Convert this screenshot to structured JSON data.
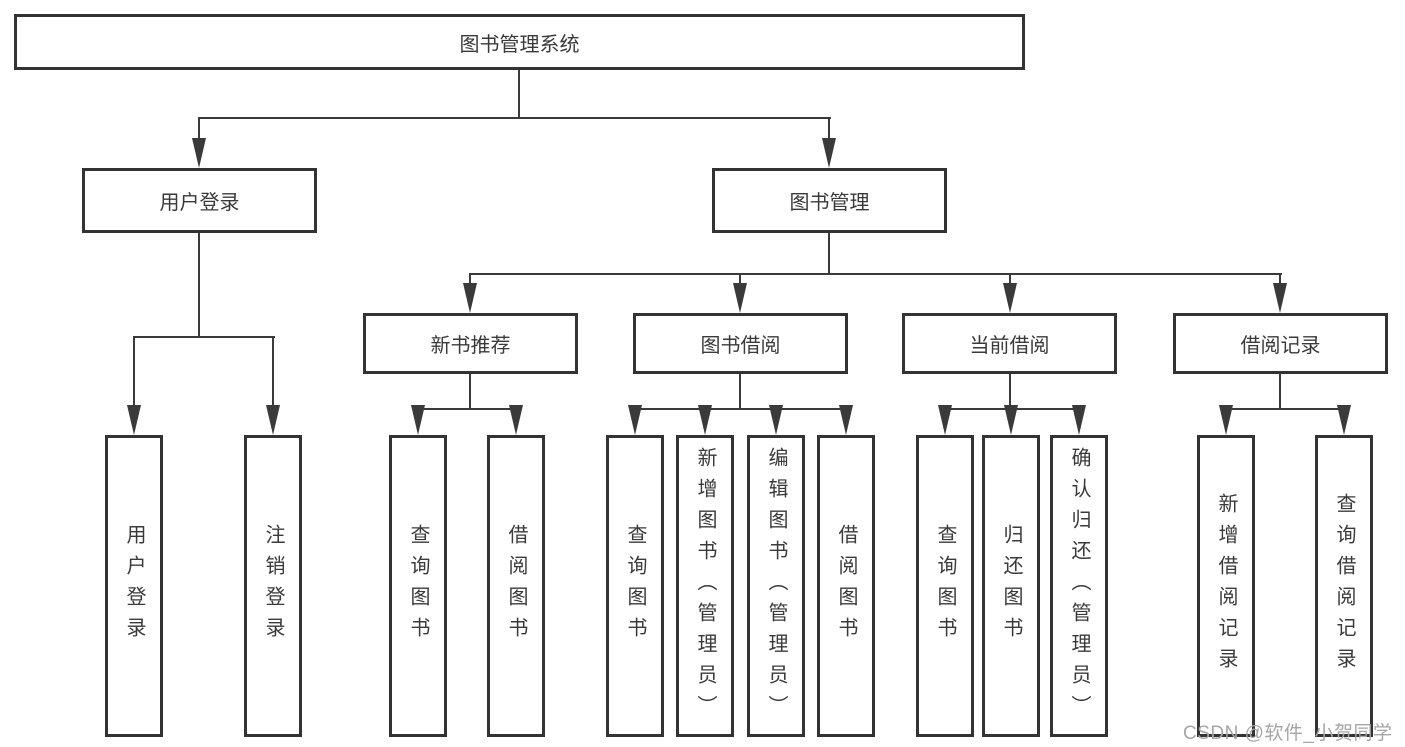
{
  "diagram_type": "hierarchy-tree",
  "colors": {
    "background": "#ffffff",
    "box_border": "#333333",
    "line": "#3a3a3a",
    "text": "#3a3a3a",
    "watermark": "#a6a6a6"
  },
  "tree": {
    "label": "图书管理系统",
    "children": [
      {
        "label": "用户登录",
        "children": [
          {
            "label": "用户登录"
          },
          {
            "label": "注销登录"
          }
        ]
      },
      {
        "label": "图书管理",
        "children": [
          {
            "label": "新书推荐",
            "children": [
              {
                "label": "查询图书"
              },
              {
                "label": "借阅图书"
              }
            ]
          },
          {
            "label": "图书借阅",
            "children": [
              {
                "label": "查询图书"
              },
              {
                "label": "新增图书（管理员）"
              },
              {
                "label": "编辑图书（管理员）"
              },
              {
                "label": "借阅图书"
              }
            ]
          },
          {
            "label": "当前借阅",
            "children": [
              {
                "label": "查询图书"
              },
              {
                "label": "归还图书"
              },
              {
                "label": "确认归还（管理员）"
              }
            ]
          },
          {
            "label": "借阅记录",
            "children": [
              {
                "label": "新增借阅记录"
              },
              {
                "label": "查询借阅记录"
              }
            ]
          }
        ]
      }
    ]
  },
  "watermark": {
    "text": "CSDN @软件_小贺同学"
  }
}
